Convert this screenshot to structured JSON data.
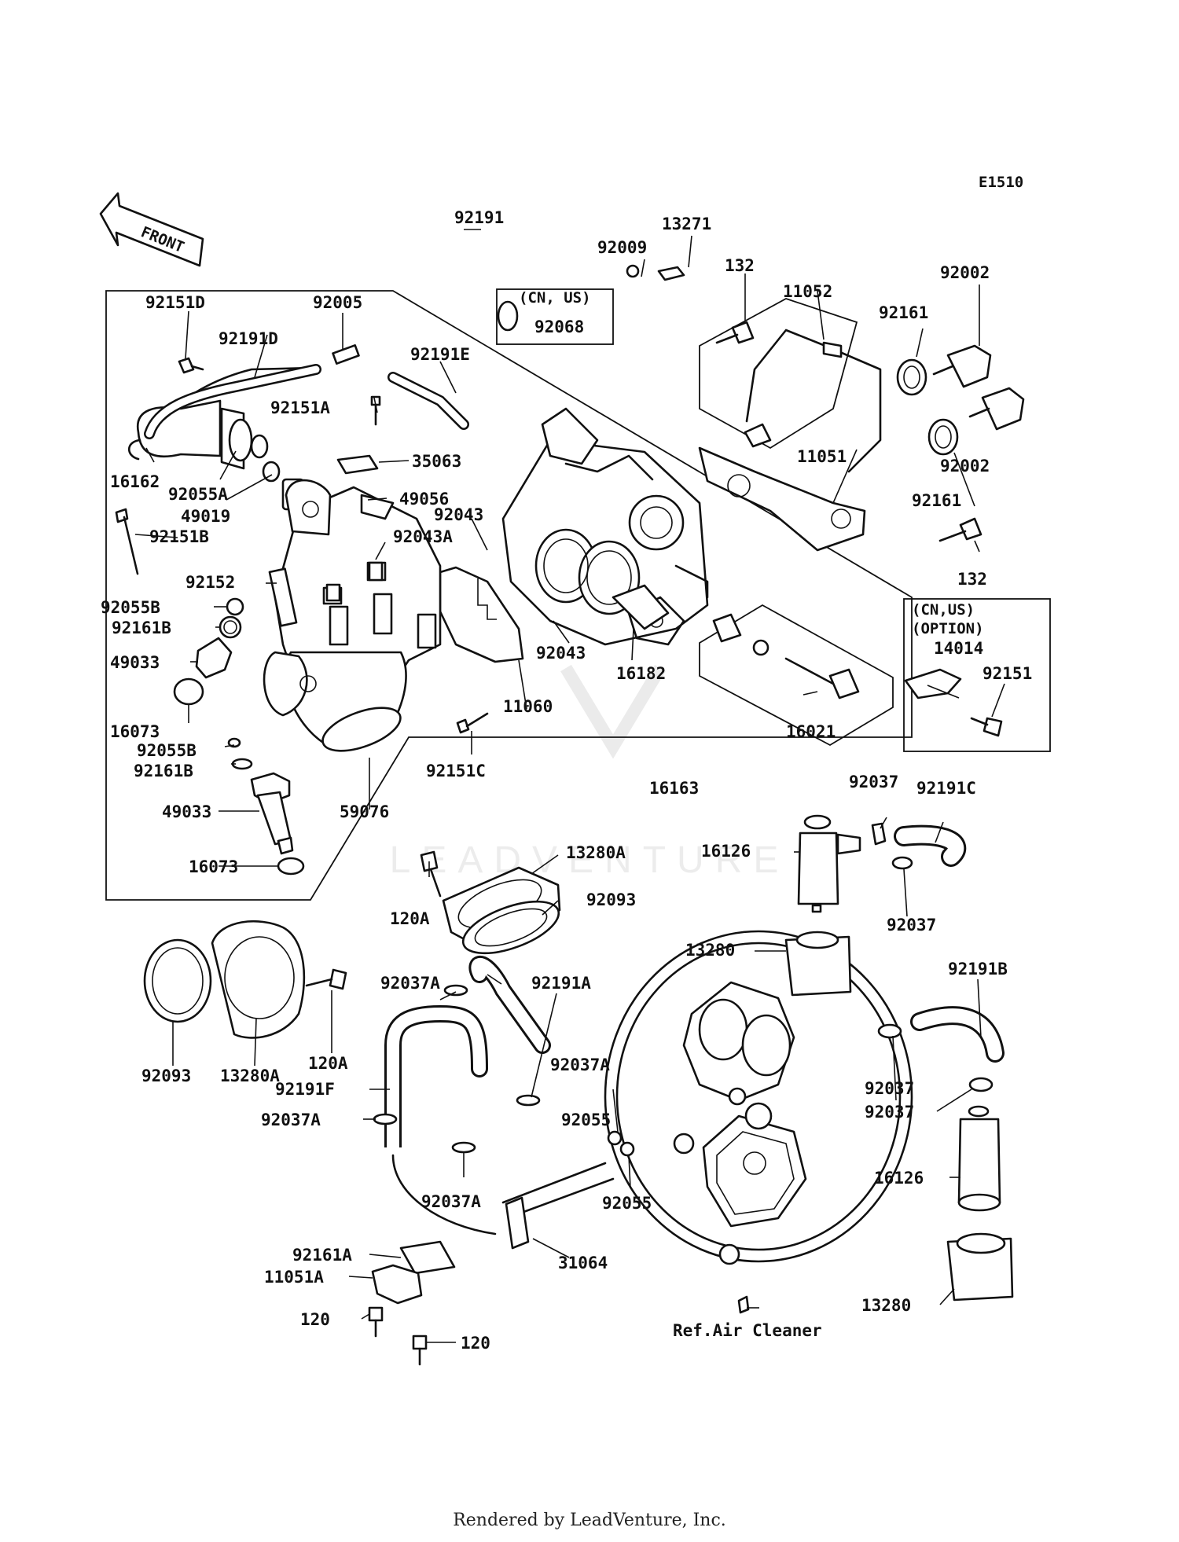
{
  "diagram": {
    "code": "E1510",
    "front_label": "FRONT",
    "cn_us_1": "(CN, US)",
    "cn_us_2": "(CN,US)",
    "option": "(OPTION)",
    "ref_air_cleaner": "Ref.Air Cleaner"
  },
  "labels": {
    "p92191": "92191",
    "p13271": "13271",
    "p92009": "92009",
    "p132a": "132",
    "p92002a": "92002",
    "p11052": "11052",
    "p92161a": "92161",
    "p92151D": "92151D",
    "p92005": "92005",
    "p92068": "92068",
    "p92191D": "92191D",
    "p92191E": "92191E",
    "p92151A": "92151A",
    "p35063": "35063",
    "p16162": "16162",
    "p92055A": "92055A",
    "p49019": "49019",
    "p49056": "49056",
    "p92043a": "92043",
    "p92151B": "92151B",
    "p92043A": "92043A",
    "p92152": "92152",
    "p92055B": "92055B",
    "p92161B": "92161B",
    "p49033": "49033",
    "p16073": "16073",
    "p11060": "11060",
    "p92043b": "92043",
    "p16182": "16182",
    "p11051": "11051",
    "p92002b": "92002",
    "p92161b": "92161",
    "p132b": "132",
    "p14014": "14014",
    "p92151": "92151",
    "p16021": "16021",
    "p92055Bb": "92055B",
    "p92161Bb": "92161B",
    "p49033b": "49033",
    "p59076": "59076",
    "p92151C": "92151C",
    "p16163": "16163",
    "p16073b": "16073",
    "p13280A": "13280A",
    "p120A": "120A",
    "p92093": "92093",
    "p92037a": "92037",
    "p92191C": "92191C",
    "p16126": "16126",
    "p92037b": "92037",
    "p13280": "13280",
    "p92191B": "92191B",
    "p92037A1": "92037A",
    "p92191A": "92191A",
    "p92093b": "92093",
    "p13280Ab": "13280A",
    "p120Ab": "120A",
    "p92037A2": "92037A",
    "p92191F": "92191F",
    "p92037A3": "92037A",
    "p92055a": "92055",
    "p92037c": "92037",
    "p92037d": "92037",
    "p92037A4": "92037A",
    "p92055b": "92055",
    "p16126b": "16126",
    "p92161A": "92161A",
    "p31064": "31064",
    "p11051A": "11051A",
    "p120a": "120",
    "p120b": "120",
    "p13280b": "13280"
  },
  "watermark": "LEADVENTURE",
  "credit": "Rendered by LeadVenture, Inc."
}
